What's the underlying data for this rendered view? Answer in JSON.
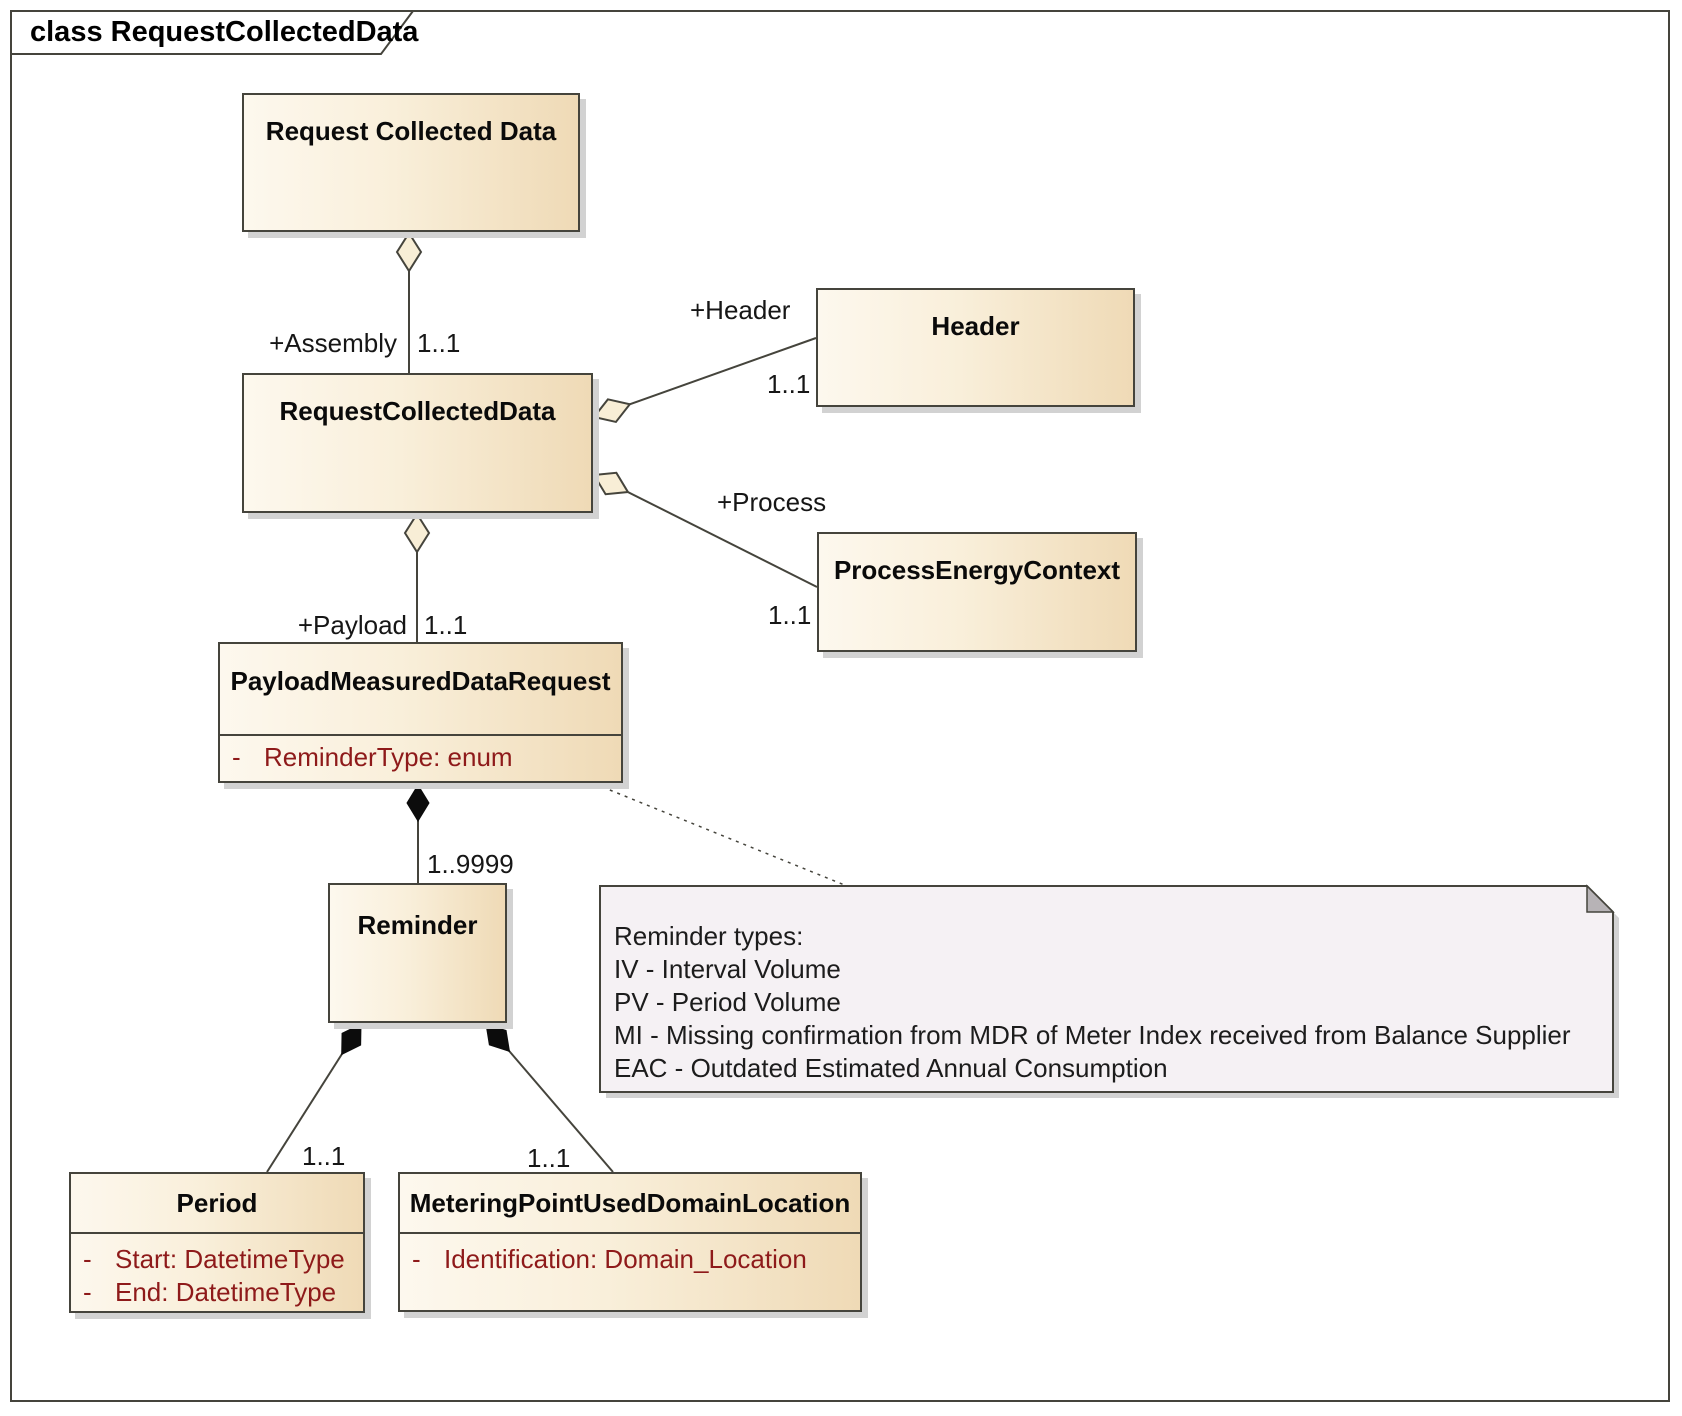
{
  "diagram": {
    "title": "class RequestCollectedData"
  },
  "classes": [
    {
      "name": "Request Collected Data",
      "attributes": []
    },
    {
      "name": "RequestCollectedData",
      "attributes": []
    },
    {
      "name": "Header",
      "attributes": []
    },
    {
      "name": "ProcessEnergyContext",
      "attributes": []
    },
    {
      "name": "PayloadMeasuredDataRequest",
      "attributes": [
        {
          "visibility": "-",
          "text": "ReminderType: enum"
        }
      ]
    },
    {
      "name": "Reminder",
      "attributes": []
    },
    {
      "name": "Period",
      "attributes": [
        {
          "visibility": "-",
          "text": "Start: DatetimeType"
        },
        {
          "visibility": "-",
          "text": "End: DatetimeType"
        }
      ]
    },
    {
      "name": "MeteringPointUsedDomainLocation",
      "attributes": [
        {
          "visibility": "-",
          "text": "Identification: Domain_Location"
        }
      ]
    }
  ],
  "relationships": {
    "assembly": {
      "type": "aggregation",
      "role": "+Assembly",
      "multiplicity": "1..1"
    },
    "header": {
      "type": "aggregation",
      "role": "+Header",
      "multiplicity": "1..1"
    },
    "process": {
      "type": "aggregation",
      "role": "+Process",
      "multiplicity": "1..1"
    },
    "payload": {
      "type": "aggregation",
      "role": "+Payload",
      "multiplicity": "1..1"
    },
    "reminder": {
      "type": "composition",
      "multiplicity": "1..9999"
    },
    "period": {
      "type": "composition",
      "multiplicity": "1..1"
    },
    "metering_point": {
      "type": "composition",
      "multiplicity": "1..1"
    }
  },
  "note": {
    "lines": [
      "Reminder types:",
      "IV - Interval Volume",
      "PV - Period Volume",
      "MI - Missing confirmation from MDR of Meter Index received from Balance Supplier",
      "EAC - Outdated Estimated Annual Consumption"
    ]
  },
  "colors": {
    "class_fill_light": "#fdf8ee",
    "class_fill_dark": "#efdab6",
    "border": "#45443c",
    "attribute_text": "#8e1a1a",
    "note_fill": "#f5f1f4",
    "note_fold": "#b7b3b6",
    "shadow": "#d2d2d2"
  }
}
